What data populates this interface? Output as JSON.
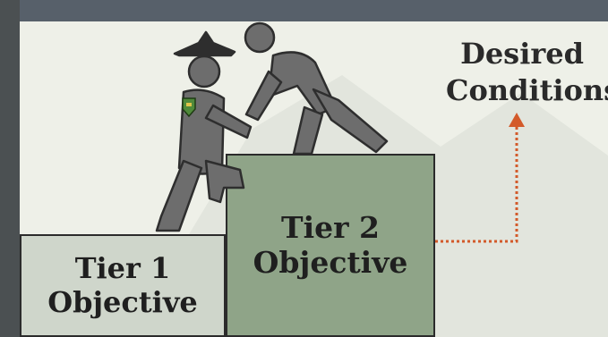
{
  "diagram": {
    "tiers": [
      {
        "lines": [
          "Tier 1",
          "Objective"
        ]
      },
      {
        "lines": [
          "Tier 2",
          "Objective"
        ]
      }
    ],
    "goal": {
      "lines": [
        "Desired",
        "Conditions"
      ]
    },
    "badge_icon": "shield-badge-icon",
    "colors": {
      "panel": "#eef0e8",
      "tier1": "#cfd6cb",
      "tier2": "#8fa488",
      "figure": "#6b6b6b",
      "arrow": "#d35a2a",
      "badge": "#4f8a3a"
    }
  }
}
